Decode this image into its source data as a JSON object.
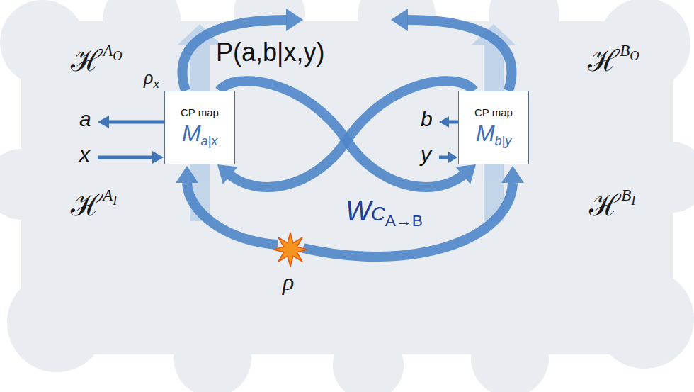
{
  "diagram": {
    "nodes": [
      {
        "text": [
          "CP map",
          "M",
          "a|x"
        ]
      },
      {
        "text": [
          "CP map",
          "M",
          "b|y"
        ]
      }
    ],
    "edges": [
      {
        "from": 0,
        "to": 1,
        "arrow": "to"
      },
      {
        "from": 1,
        "to": 0,
        "arrow": "to"
      }
    ],
    "labels": [
      "ℋ",
      "A",
      "O",
      "ρ",
      "x",
      "P(a,b|x,y)",
      "ℋ",
      "B",
      "O",
      "a",
      "x",
      "b",
      "y",
      "ℋ",
      "A",
      "I",
      "W",
      "C",
      "A→B",
      "ℋ",
      "B",
      "I",
      "ρ"
    ]
  }
}
